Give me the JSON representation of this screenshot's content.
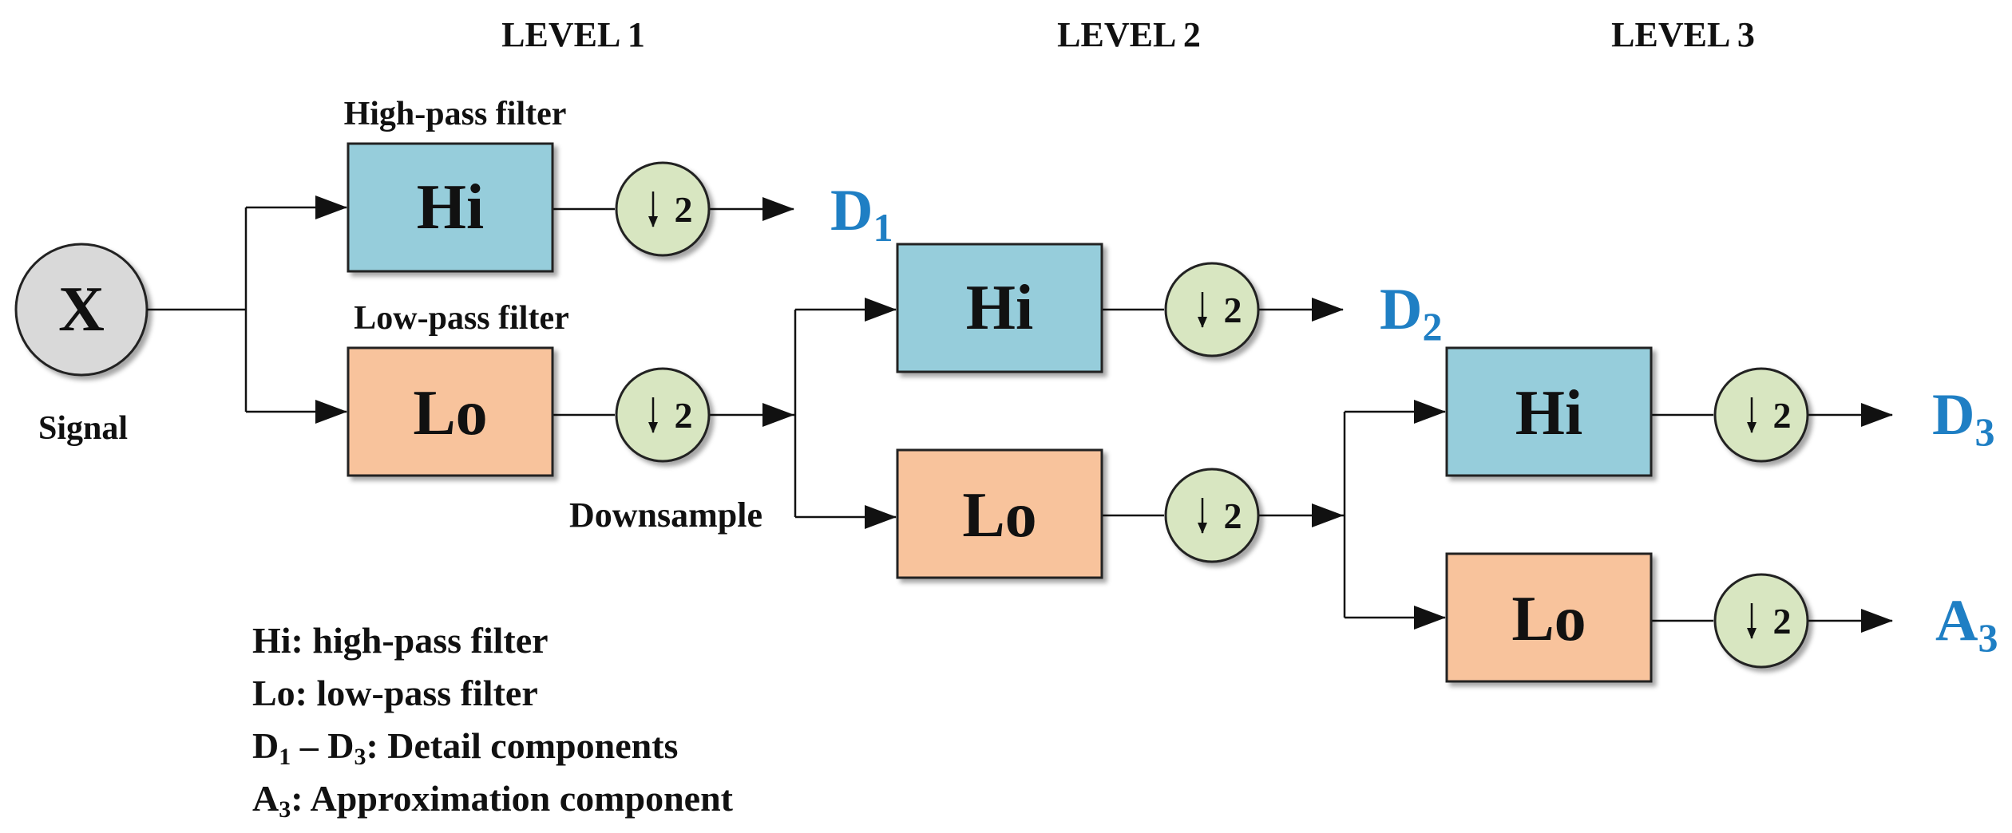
{
  "levels": [
    "LEVEL 1",
    "LEVEL 2",
    "LEVEL 3"
  ],
  "input": {
    "symbol": "X",
    "caption": "Signal"
  },
  "captions": {
    "high_pass": "High-pass filter",
    "low_pass": "Low-pass filter",
    "downsample": "Downsample"
  },
  "filters": {
    "hi": "Hi",
    "lo": "Lo",
    "downsample_symbol": "↓2"
  },
  "outputs": [
    {
      "letter": "D",
      "sub": "1"
    },
    {
      "letter": "D",
      "sub": "2"
    },
    {
      "letter": "D",
      "sub": "3"
    },
    {
      "letter": "A",
      "sub": "3"
    }
  ],
  "legend": {
    "hi": "Hi: high-pass filter",
    "lo": "Lo: low-pass filter",
    "detail": {
      "a": "D",
      "a_sub": "1",
      "dash": " – ",
      "b": "D",
      "b_sub": "3",
      "rest": ": Detail components"
    },
    "approx": {
      "a": "A",
      "a_sub": "3",
      "rest": ": Approximation component"
    }
  },
  "colors": {
    "hi_fill": "#96cddb",
    "lo_fill": "#f8c39c",
    "downsample_fill": "#d8e6c1",
    "input_fill": "#d9d9d9",
    "output_text": "#1f7fc4"
  }
}
